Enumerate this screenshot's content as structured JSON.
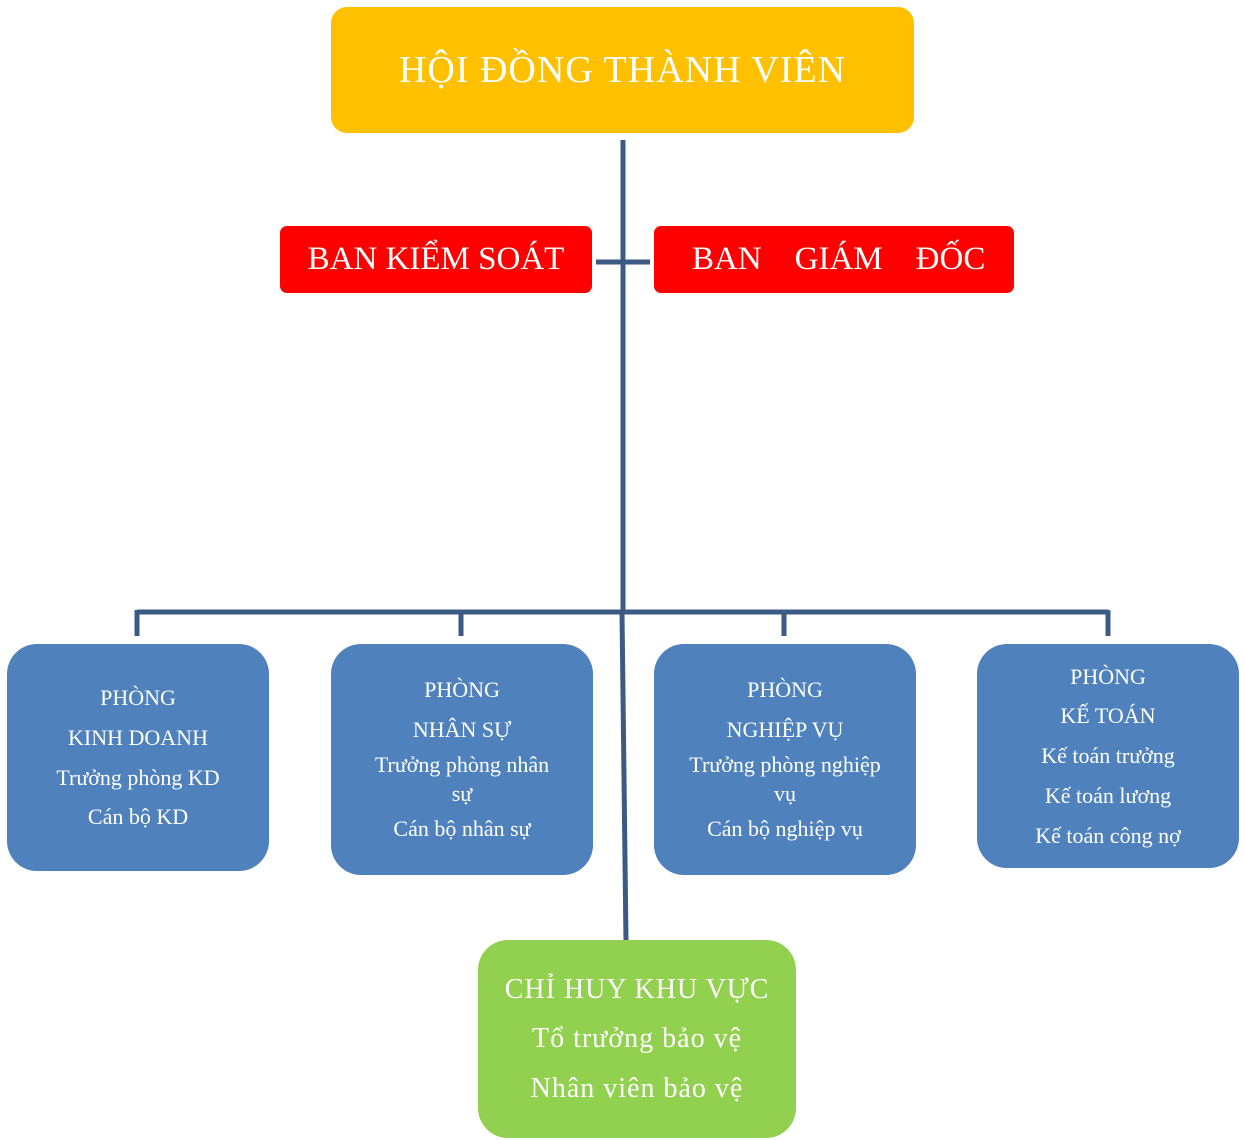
{
  "colors": {
    "top": "#FFC000",
    "red": "#FF0000",
    "dept": "#4F81BD",
    "bottom": "#92D050",
    "line": "#3B5A84"
  },
  "board": {
    "title": "HỘI ĐỒNG THÀNH VIÊN"
  },
  "supervisory": {
    "title": "BAN KIỂM SOÁT"
  },
  "directors": {
    "title": "BAN    GIÁM    ĐỐC"
  },
  "departments": [
    {
      "prefix": "PHÒNG",
      "name": "KINH DOANH",
      "lines": [
        "Trưởng phòng KD",
        "Cán bộ KD"
      ]
    },
    {
      "prefix": "PHÒNG",
      "name": "NHÂN SỰ",
      "lines": [
        "Trưởng phòng nhân",
        "sự",
        "Cán bộ nhân sự"
      ]
    },
    {
      "prefix": "PHÒNG",
      "name": "NGHIỆP VỤ",
      "lines": [
        "Trưởng phòng nghiệp",
        "vụ",
        "Cán bộ nghiệp vụ"
      ]
    },
    {
      "prefix": "PHÒNG",
      "name": "KẾ TOÁN",
      "lines": [
        "Kế toán trưởng",
        "Kế toán lương",
        "Kế toán công nợ"
      ]
    }
  ],
  "security": {
    "title": "CHỈ HUY KHU VỰC",
    "lines": [
      "Tổ trưởng bảo vệ",
      "Nhân viên bảo vệ"
    ]
  }
}
